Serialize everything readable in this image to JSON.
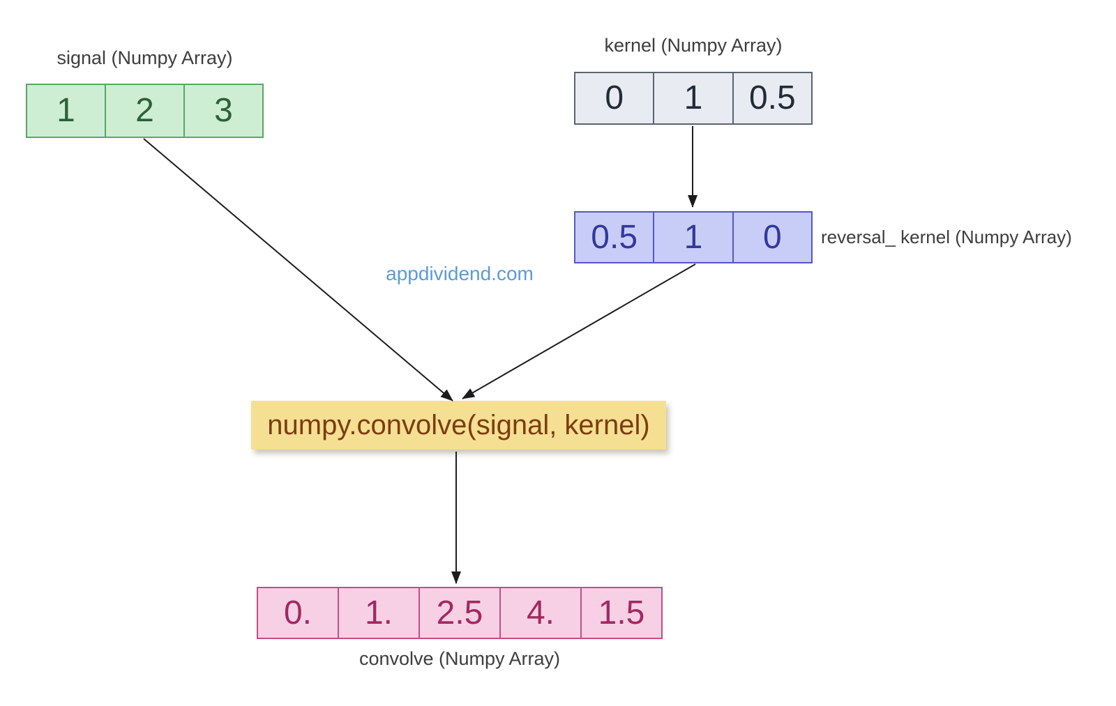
{
  "watermark": "appdividend.com",
  "signal": {
    "label": "signal (Numpy Array)",
    "values": [
      "1",
      "2",
      "3"
    ]
  },
  "kernel": {
    "label": "kernel (Numpy Array)",
    "values": [
      "0",
      "1",
      "0.5"
    ]
  },
  "reversal_kernel": {
    "label": "reversal_ kernel (Numpy Array)",
    "values": [
      "0.5",
      "1",
      "0"
    ]
  },
  "function_box": {
    "label": "numpy.convolve(signal, kernel)"
  },
  "convolve": {
    "label": "convolve (Numpy Array)",
    "values": [
      "0.",
      "1.",
      "2.5",
      "4.",
      "1.5"
    ]
  },
  "colors": {
    "background": "#ffffff",
    "label_text": "#3d3d3d",
    "signal_fill": "#cdeed3",
    "signal_border": "#5ba566",
    "signal_text": "#2f5e3a",
    "kernel_fill": "#e8ecf2",
    "kernel_border": "#596471",
    "kernel_text": "#232b38",
    "reversal_fill": "#c8cdf8",
    "reversal_border": "#5457c6",
    "reversal_text": "#32389d",
    "function_fill": "#f5df92",
    "function_text": "#7c3c10",
    "convolve_fill": "#f7d0e5",
    "convolve_border": "#c34e84",
    "convolve_text": "#a22861",
    "arrow": "#1c1c1c",
    "watermark_text": "#5b9bd5"
  }
}
